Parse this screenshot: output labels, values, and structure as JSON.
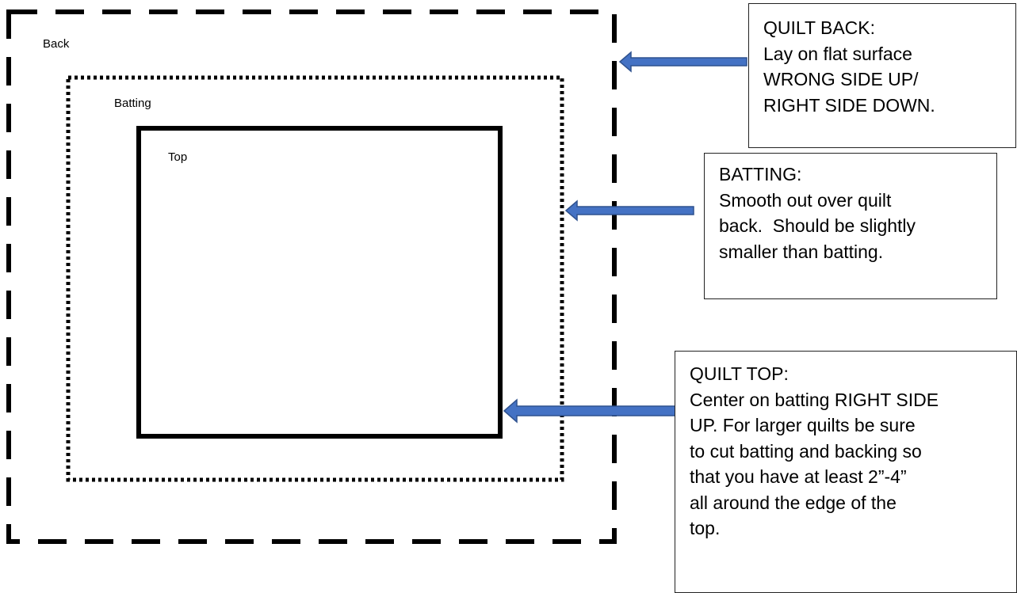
{
  "diagram": {
    "layers": {
      "back": {
        "label": "Back"
      },
      "batting": {
        "label": "Batting"
      },
      "top": {
        "label": "Top"
      }
    },
    "arrow_color": "#4472C4",
    "notes": {
      "back": {
        "heading": "QUILT BACK:",
        "lines": [
          "Lay on flat surface",
          "WRONG SIDE UP/",
          "RIGHT SIDE DOWN."
        ]
      },
      "batting": {
        "heading": "BATTING:",
        "lines": [
          "Smooth out over quilt",
          "back.  Should be slightly",
          "smaller than batting."
        ]
      },
      "top": {
        "heading": "QUILT TOP:",
        "lines": [
          "Center on batting RIGHT SIDE",
          "UP. For larger quilts be sure",
          "to cut batting and backing so",
          "that you have at least 2”-4”",
          "all around the edge of the",
          "top."
        ]
      }
    }
  }
}
